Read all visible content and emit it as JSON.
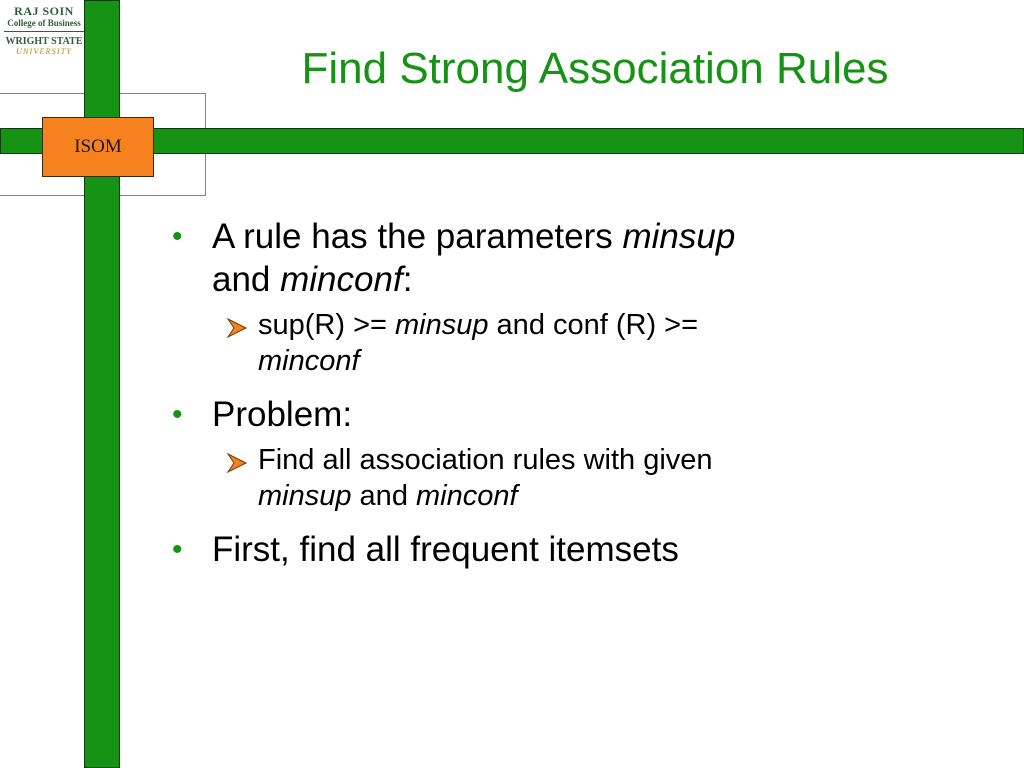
{
  "logo": {
    "line1": "RAJ SOIN",
    "line2": "College of Business",
    "line3": "WRIGHT STATE",
    "line4": "UNIVERSITY"
  },
  "badge": {
    "label": "ISOM"
  },
  "title": "Find Strong Association Rules",
  "bullets": [
    {
      "a": "A rule has the parameters ",
      "b": "minsup",
      "c": " and ",
      "d": "minconf",
      "e": ":"
    },
    {
      "a": "Problem:"
    },
    {
      "a": "First, find all frequent itemsets"
    }
  ],
  "sub_bullets": [
    {
      "a": "sup(R) >= ",
      "b": "minsup",
      "c": " and conf (R) >= ",
      "d": "minconf"
    },
    {
      "a": "Find all association rules with given ",
      "b": "minsup",
      "c": " and ",
      "d": "minconf"
    }
  ],
  "colors": {
    "accent_green": "#169314",
    "badge_orange": "#f5821f",
    "arrow_orange": "#f5821f",
    "line_brown": "#b8773a"
  }
}
